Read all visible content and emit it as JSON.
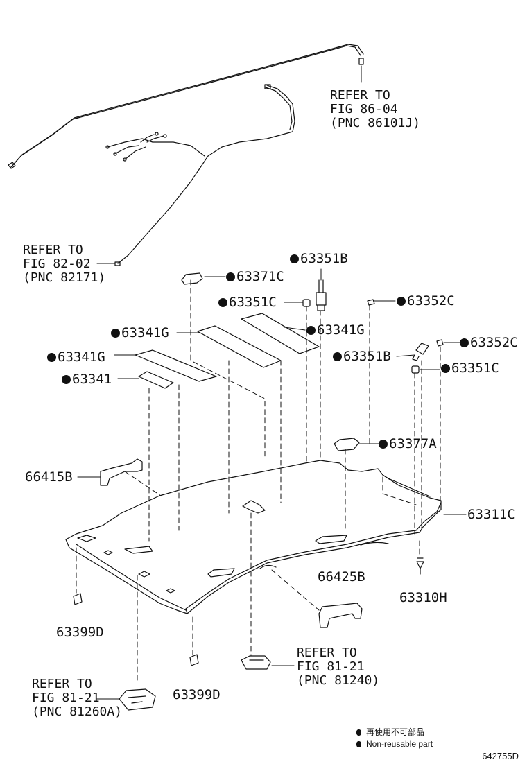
{
  "refs": {
    "ref_86_04": [
      "REFER TO",
      "FIG 86-04",
      "(PNC 86101J)"
    ],
    "ref_82_02": [
      "REFER TO",
      "FIG 82-02",
      "(PNC 82171)"
    ],
    "ref_81_21_a": [
      "REFER TO",
      "FIG 81-21",
      "(PNC 81240)"
    ],
    "ref_81_21_b": [
      "REFER TO",
      "FIG 81-21",
      "(PNC 81260A)"
    ]
  },
  "parts": {
    "p63351B_top": "63351B",
    "p63371C": "63371C",
    "p63351C_left": "63351C",
    "p63352C_top": "63352C",
    "p63341G_mid": "63341G",
    "p63341G_right": "63341G",
    "p63352C_right": "63352C",
    "p63341G_left": "63341G",
    "p63351B_right": "63351B",
    "p63351C_right": "63351C",
    "p63341": "63341",
    "p63377A": "63377A",
    "p66415B": "66415B",
    "p63311C": "63311C",
    "p66425B": "66425B",
    "p63310H": "63310H",
    "p63399D_left": "63399D",
    "p63399D_bottom": "63399D"
  },
  "legend": {
    "line_jp": "再使用不可部品",
    "line_en": "Non-reusable part"
  },
  "diagram_code": "642755D"
}
